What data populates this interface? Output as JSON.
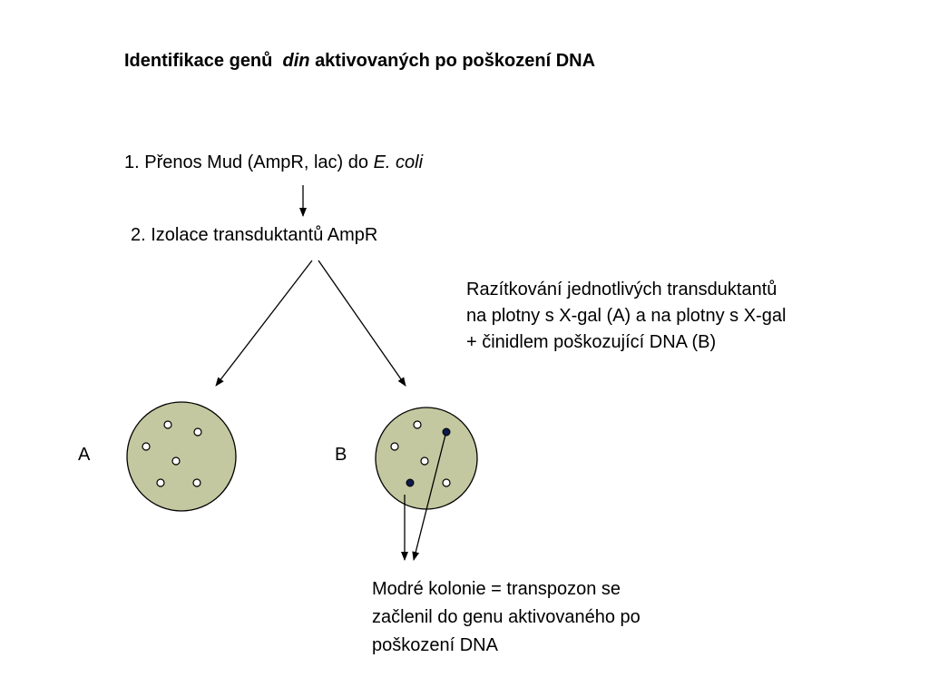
{
  "title": {
    "part1": "Identifikace genů",
    "italic": "din",
    "part2": "aktivovaných po poškození DNA"
  },
  "step1": {
    "prefix": "1. Přenos Mud (AmpR, lac) do",
    "italic": "E. coli"
  },
  "step2": "2. Izolace transduktantů AmpR",
  "stamping_note": [
    "Razítkování jednotlivých transduktantů",
    "na plotny s X-gal (A) a na plotny s X-gal",
    "+ činidlem poškozující DNA (B)"
  ],
  "plate_labels": {
    "a": "A",
    "b": "B"
  },
  "blue_colonies_note": [
    "Modré kolonie = transpozon se",
    "začlenil do genu aktivovaného po",
    "poškození DNA"
  ],
  "colors": {
    "plate_fill": "#c4c8a0",
    "white_colony": "#ffffff",
    "blue_colony": "#0d1a4a"
  }
}
